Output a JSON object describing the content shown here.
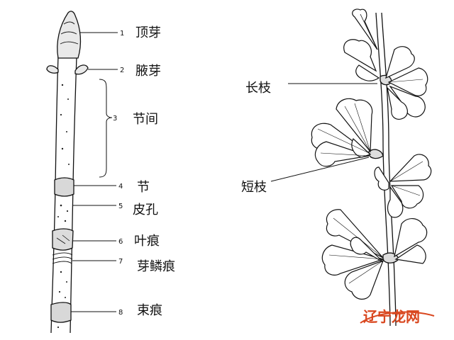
{
  "twig_labels": [
    {
      "num": "1",
      "text": "顶芽"
    },
    {
      "num": "2",
      "text": "腋芽"
    },
    {
      "num": "3",
      "text": "节间"
    },
    {
      "num": "4",
      "text": "节"
    },
    {
      "num": "5",
      "text": "皮孔"
    },
    {
      "num": "6",
      "text": "叶痕"
    },
    {
      "num": "7",
      "text": "芽鳞痕"
    },
    {
      "num": "8",
      "text": "束痕"
    }
  ],
  "branch_labels": {
    "long_branch": "长枝",
    "short_branch": "短枝"
  },
  "watermark": {
    "text": "辽宁龙网"
  }
}
